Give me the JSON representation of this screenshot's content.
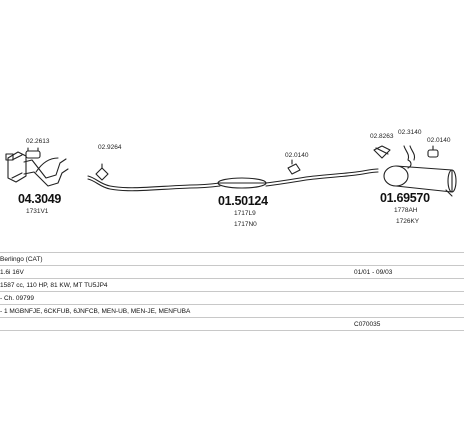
{
  "parts": {
    "p1": {
      "number": "04.3049",
      "ref": "1731V1"
    },
    "p1_clamp": {
      "number": "02.2613"
    },
    "p2_clamp": {
      "number": "02.9264"
    },
    "p3": {
      "number": "01.50124",
      "ref1": "1717L9",
      "ref2": "1717N0"
    },
    "p3_mount": {
      "number": "02.0140"
    },
    "p4": {
      "number": "01.69570",
      "ref1": "1778AH",
      "ref2": "1726KY"
    },
    "p4_clamp": {
      "number": "02.8263"
    },
    "p4_mount1": {
      "number": "02.3140"
    },
    "p4_mount2": {
      "number": "02.0140"
    }
  },
  "vehicle": {
    "model": "Berlingo  (CAT)",
    "engine": "1.6i 16V",
    "date_range": "01/01 - 09/03",
    "specs": "1587 cc, 110 HP, 81 KW, MT TU5JP4",
    "chassis": "- Ch. 09799",
    "codes": "- 1 MGBNFJE, 6CKFUB, 6JNFCB, MEN-UB, MEN-JE, MENFUBA",
    "catalog_no": "C070035"
  }
}
